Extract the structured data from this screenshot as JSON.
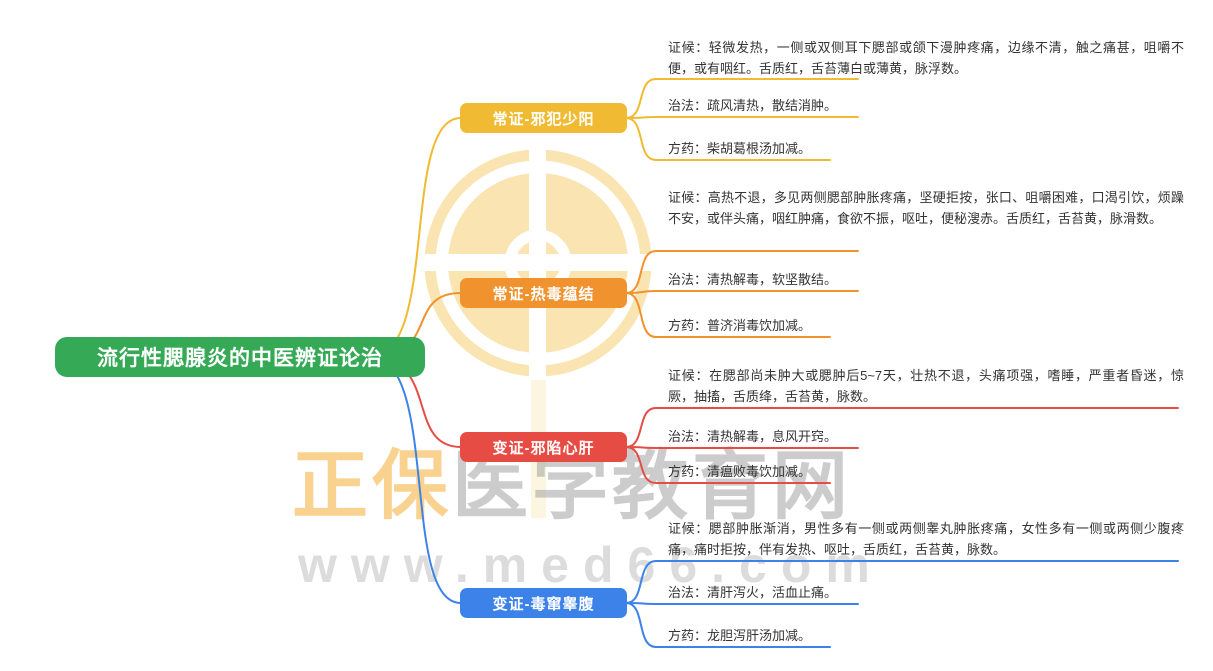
{
  "root": {
    "label": "流行性腮腺炎的中医辨证论治",
    "color": "#35a955"
  },
  "branches": [
    {
      "label": "常证-邪犯少阳",
      "color": "#f0bb33",
      "items": [
        {
          "label": "证候",
          "text": "证候：轻微发热，一侧或双侧耳下腮部或颌下漫肿疼痛，边缘不清，触之痛甚，咀嚼不便，或有咽红。舌质红，舌苔薄白或薄黄，脉浮数。"
        },
        {
          "label": "治法",
          "text": "治法：疏风清热，散结消肿。"
        },
        {
          "label": "方药",
          "text": "方药：柴胡葛根汤加减。"
        }
      ]
    },
    {
      "label": "常证-热毒蕴结",
      "color": "#f0922e",
      "items": [
        {
          "label": "证候",
          "text": "证候：高热不退，多见两侧腮部肿胀疼痛，坚硬拒按，张口、咀嚼困难，口渴引饮，烦躁不安，或伴头痛，咽红肿痛，食欲不振，呕吐，便秘溲赤。舌质红，舌苔黄，脉滑数。"
        },
        {
          "label": "治法",
          "text": "治法：清热解毒，软坚散结。"
        },
        {
          "label": "方药",
          "text": "方药：普济消毒饮加减。"
        }
      ]
    },
    {
      "label": "变证-邪陷心肝",
      "color": "#e64c44",
      "items": [
        {
          "label": "证候",
          "text": "证候：在腮部尚未肿大或腮肿后5~7天，壮热不退，头痛项强，嗜睡，严重者昏迷，惊厥，抽搐，舌质绛，舌苔黄，脉数。"
        },
        {
          "label": "治法",
          "text": "治法：清热解毒，息风开窍。"
        },
        {
          "label": "方药",
          "text": "方药：清瘟败毒饮加减。"
        }
      ]
    },
    {
      "label": "变证-毒窜睾腹",
      "color": "#3d82e8",
      "items": [
        {
          "label": "证候",
          "text": "证候：腮部肿胀渐消，男性多有一侧或两侧睾丸肿胀疼痛，女性多有一侧或两侧少腹疼痛，痛时拒按，伴有发热、呕吐，舌质红，舌苔黄，脉数。"
        },
        {
          "label": "治法",
          "text": "治法：清肝泻火，活血止痛。"
        },
        {
          "label": "方药",
          "text": "方药：龙胆泻肝汤加减。"
        }
      ]
    }
  ],
  "watermark": {
    "brand_colored": "正保",
    "brand_gray": "医学教育网",
    "url": "www.med66.com",
    "brand_color": "#f5a623",
    "brand_gray_color": "#9a9a9a",
    "url_color": "#d6d6d6",
    "logo_color": "#f4ca67"
  }
}
